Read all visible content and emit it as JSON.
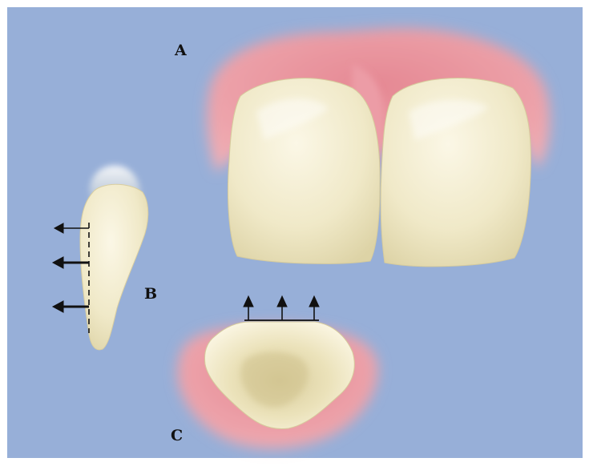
{
  "figure": {
    "label_a": "A",
    "label_b": "B",
    "label_c": "C"
  },
  "colors": {
    "background": "#97afd8",
    "gum": "#ea9aa3",
    "tooth": "#efe8c4",
    "arrow": "#111111"
  },
  "icons": {
    "view_a": "frontal-view-central-incisors",
    "view_b": "lateral-view-incisor-with-facial-reduction-arrows",
    "view_c": "incisal-view-incisor-with-reduction-arrows"
  }
}
